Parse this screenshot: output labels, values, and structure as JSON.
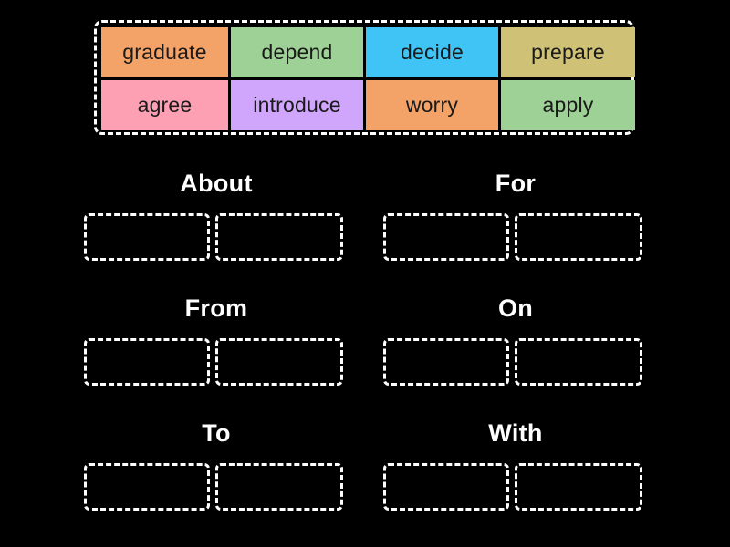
{
  "activity": {
    "type": "group-sort",
    "background_color": "#000000",
    "accent_color": "#ffffff"
  },
  "word_bank": {
    "name": "word-bank",
    "rows": [
      [
        {
          "label": "graduate",
          "color": "#f4a368"
        },
        {
          "label": "depend",
          "color": "#9ed195"
        },
        {
          "label": "decide",
          "color": "#3fc4f5"
        },
        {
          "label": "prepare",
          "color": "#cfc276"
        }
      ],
      [
        {
          "label": "agree",
          "color": "#fda0b4"
        },
        {
          "label": "introduce",
          "color": "#cfa6fb"
        },
        {
          "label": "worry",
          "color": "#f4a368"
        },
        {
          "label": "apply",
          "color": "#9ed195"
        }
      ]
    ],
    "tile_widths": [
      [
        139,
        145,
        145,
        147
      ],
      [
        139,
        145,
        145,
        147
      ]
    ]
  },
  "groups": [
    {
      "title": "About",
      "slots": [
        "",
        ""
      ]
    },
    {
      "title": "For",
      "slots": [
        "",
        ""
      ]
    },
    {
      "title": "From",
      "slots": [
        "",
        ""
      ]
    },
    {
      "title": "On",
      "slots": [
        "",
        ""
      ]
    },
    {
      "title": "To",
      "slots": [
        "",
        ""
      ]
    },
    {
      "title": "With",
      "slots": [
        "",
        ""
      ]
    }
  ]
}
